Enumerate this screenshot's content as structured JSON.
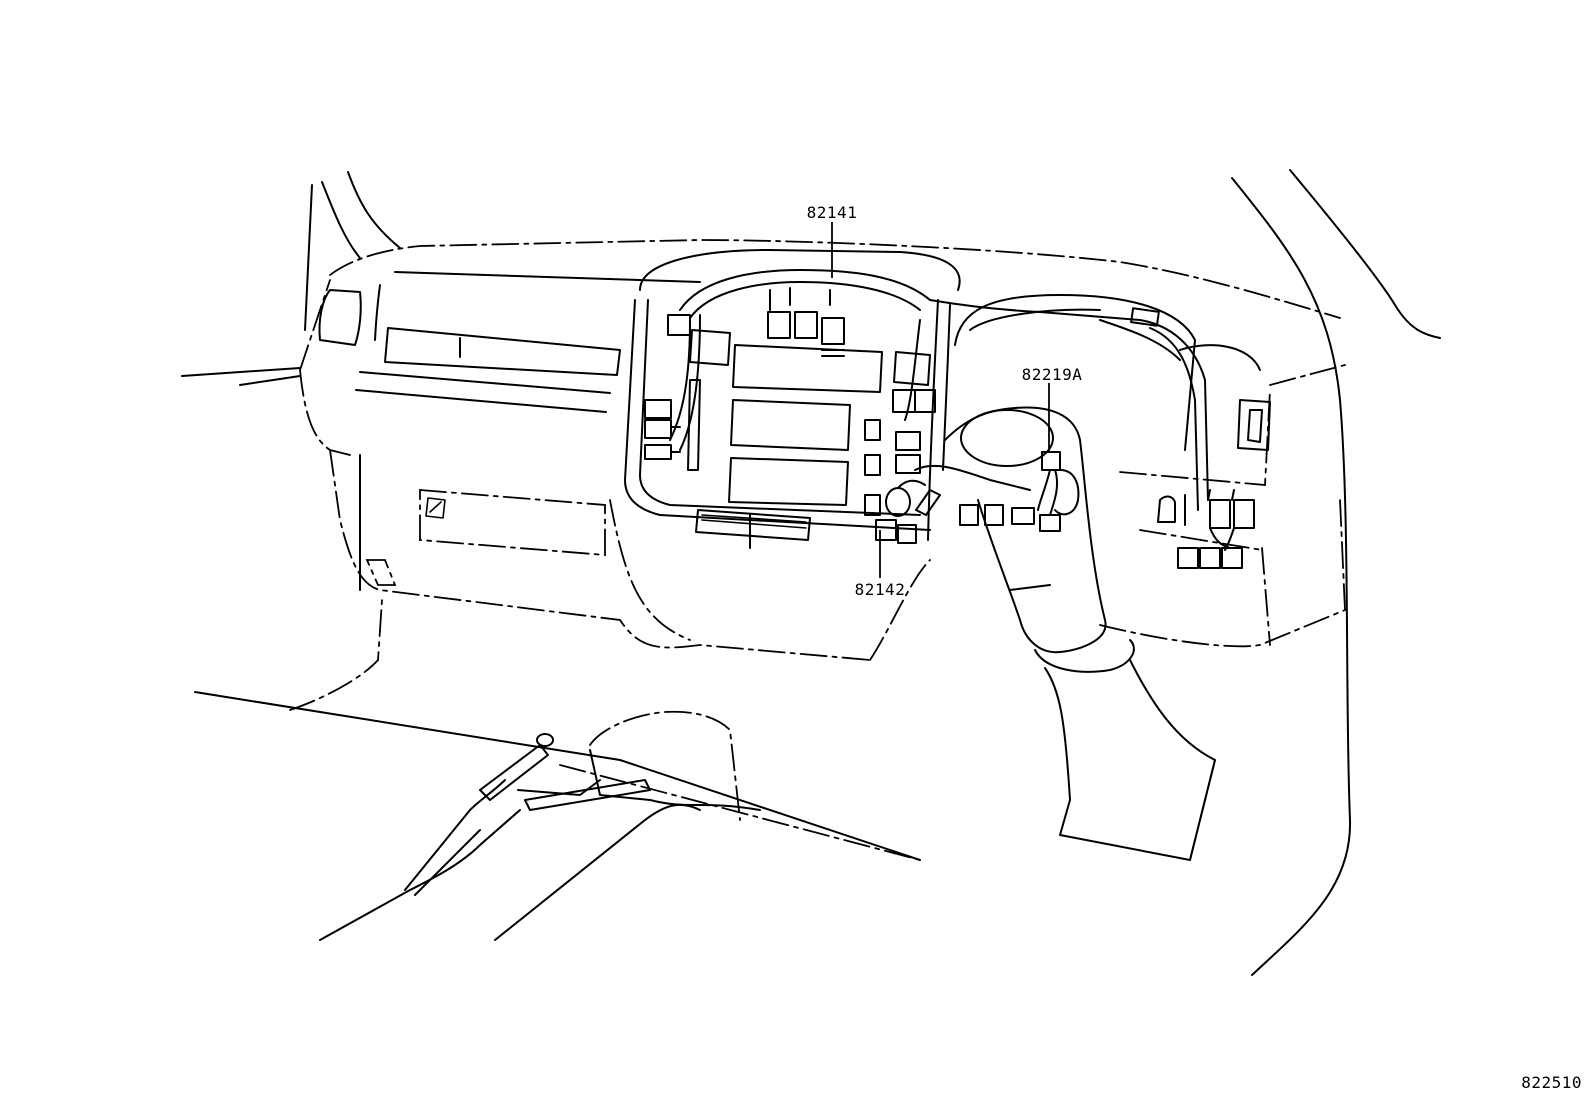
{
  "diagram": {
    "callouts": [
      {
        "id": "c1",
        "label": "82141"
      },
      {
        "id": "c2",
        "label": "82142"
      },
      {
        "id": "c3",
        "label": "82219A"
      }
    ],
    "figure_id": "822510"
  }
}
